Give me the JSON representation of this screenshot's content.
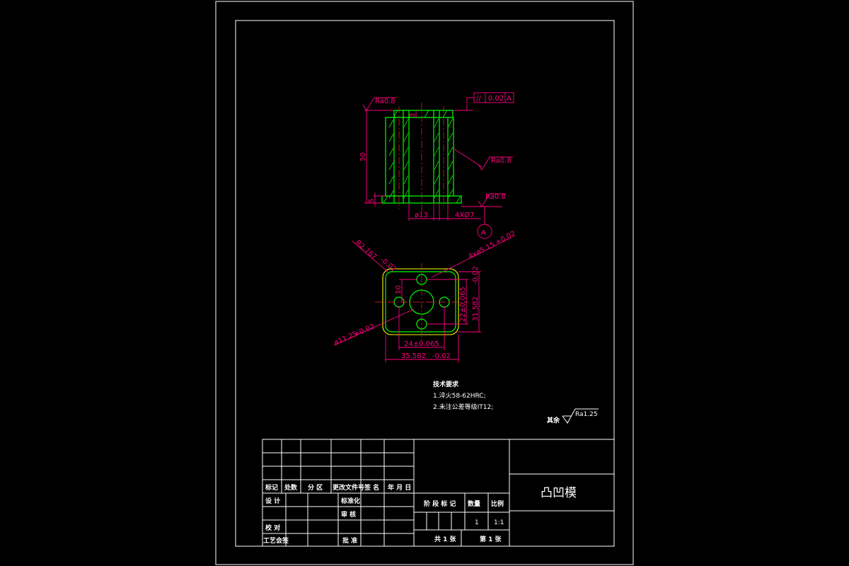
{
  "annotations": {
    "roughness_top": "Ra0.8",
    "roughness_mid": "Ra0.8",
    "roughness_base": "Ra0.8",
    "parallelism_symbol": "//",
    "parallelism_tolerance": "0.02",
    "parallelism_datum": "A",
    "dim_height": "50",
    "dim_top_step": "3",
    "dim_base_step": "5",
    "dim_center_bore": "ø13",
    "dim_small_holes": "4XØ7",
    "datum_label": "A",
    "dim_corner_radius": "R2.767",
    "dim_corner_radius_tol": "-0.02",
    "dim_hole_pattern": "4xø5.15",
    "dim_hole_pattern_tol": "+0.02",
    "dim_center_hole": "ø11.25",
    "dim_center_hole_tol": "+0.02",
    "dim_offset": "10",
    "dim_inner_height": "22±0.065",
    "dim_outer_height": "31.582",
    "dim_outer_height_tol": "-0.02",
    "dim_inner_width": "24±0.065",
    "dim_outer_width": "35.582",
    "dim_outer_width_tol": "-0.02"
  },
  "tech_notes": {
    "heading": "技术要求",
    "line1": "1.淬火58-62HRC;",
    "line2": "2.未注公差等级IT12;"
  },
  "remaining_roughness": {
    "label": "其余",
    "value": "Ra1.25"
  },
  "title_block": {
    "part_name": "凸凹模",
    "rev_headers": [
      "标记",
      "处数",
      "分 区",
      "更改文件号",
      "签 名",
      "年 月 日"
    ],
    "row_design": "设 计",
    "row_standard": "标准化",
    "row_check": "校 对",
    "row_review": "审 核",
    "row_process": "工艺会签",
    "row_approve": "批 准",
    "stage_label": "阶 段 标 记",
    "qty_label": "数量",
    "scale_label": "比例",
    "qty_value": "1",
    "scale_value": "1:1",
    "total_sheets": "共 1 张",
    "sheet_no": "第 1 张"
  }
}
